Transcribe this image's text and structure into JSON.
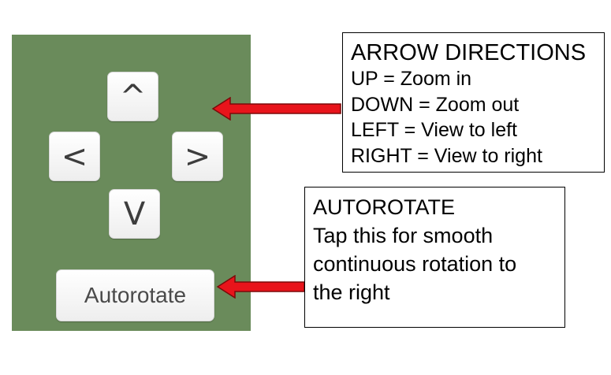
{
  "controls": {
    "up_label": "^",
    "left_label": "<",
    "right_label": ">",
    "down_label": "V",
    "autorotate_label": "Autorotate",
    "panel_color": "#6a8b5b"
  },
  "callouts": {
    "arrows": {
      "heading": "ARROW DIRECTIONS",
      "lines": [
        "UP = Zoom in",
        "DOWN = Zoom out",
        "LEFT = View to left",
        "RIGHT = View to right"
      ]
    },
    "autorotate": {
      "heading": "AUTOROTATE",
      "lines": [
        "Tap this for smooth",
        "continuous rotation to",
        "the right"
      ]
    }
  },
  "pointer_color": "#e8141b",
  "icons": [
    "red-arrow-icon"
  ]
}
